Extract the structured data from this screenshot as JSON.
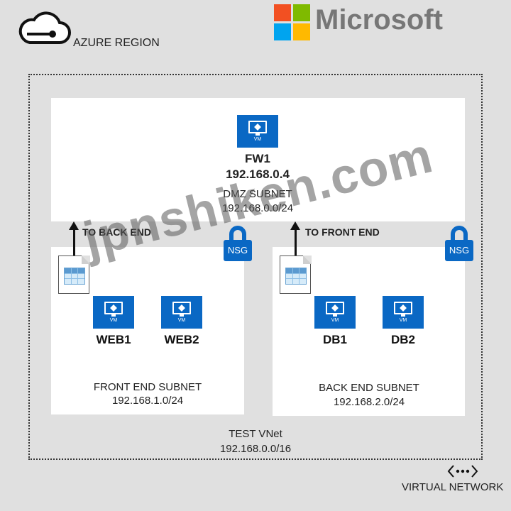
{
  "brand": {
    "name": "Microsoft",
    "colors": [
      "#f25022",
      "#7fba00",
      "#00a4ef",
      "#ffb900"
    ]
  },
  "region": {
    "label": "AZURE REGION",
    "icon": "cloud-icon"
  },
  "dmz": {
    "vm_name": "FW1",
    "vm_ip": "192.168.0.4",
    "subnet_label": "DMZ SUBNET",
    "subnet_cidr": "192.168.0.0/24"
  },
  "front": {
    "arrow_label": "TO BACK END",
    "vms": [
      "WEB1",
      "WEB2"
    ],
    "subnet_label": "FRONT END SUBNET",
    "subnet_cidr": "192.168.1.0/24"
  },
  "back": {
    "arrow_label": "TO FRONT END",
    "vms": [
      "DB1",
      "DB2"
    ],
    "subnet_label": "BACK END SUBNET",
    "subnet_cidr": "192.168.2.0/24"
  },
  "vm_badge": "VM",
  "nsg_label": "NSG",
  "vnet": {
    "name": "TEST VNet",
    "cidr": "192.168.0.0/16",
    "legend_label": "VIRTUAL NETWORK",
    "legend_icon": "virtual-network-icon"
  },
  "watermark": "jpnshiken.com",
  "accent_color": "#0a68c4"
}
